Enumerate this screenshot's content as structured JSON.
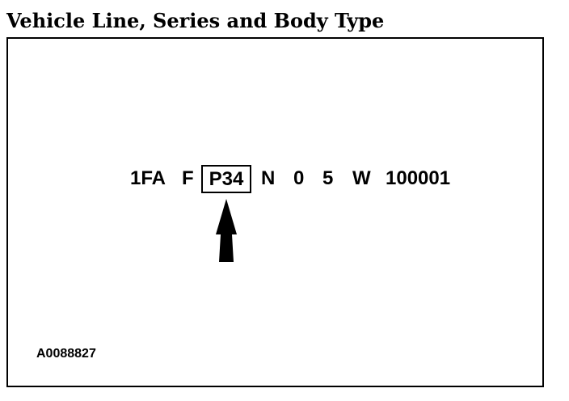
{
  "title": "Vehicle Line, Series and Body Type",
  "vin": {
    "wmi": "1FA",
    "restraint": "F",
    "line_series_body": "P34",
    "engine": "N",
    "check_digit": "0",
    "model_year": "5",
    "plant": "W",
    "serial": "100001"
  },
  "figure_id": "A0088827",
  "colors": {
    "ink": "#000000",
    "background": "#ffffff"
  },
  "icons": {
    "pointer": "arrow-up-icon"
  }
}
